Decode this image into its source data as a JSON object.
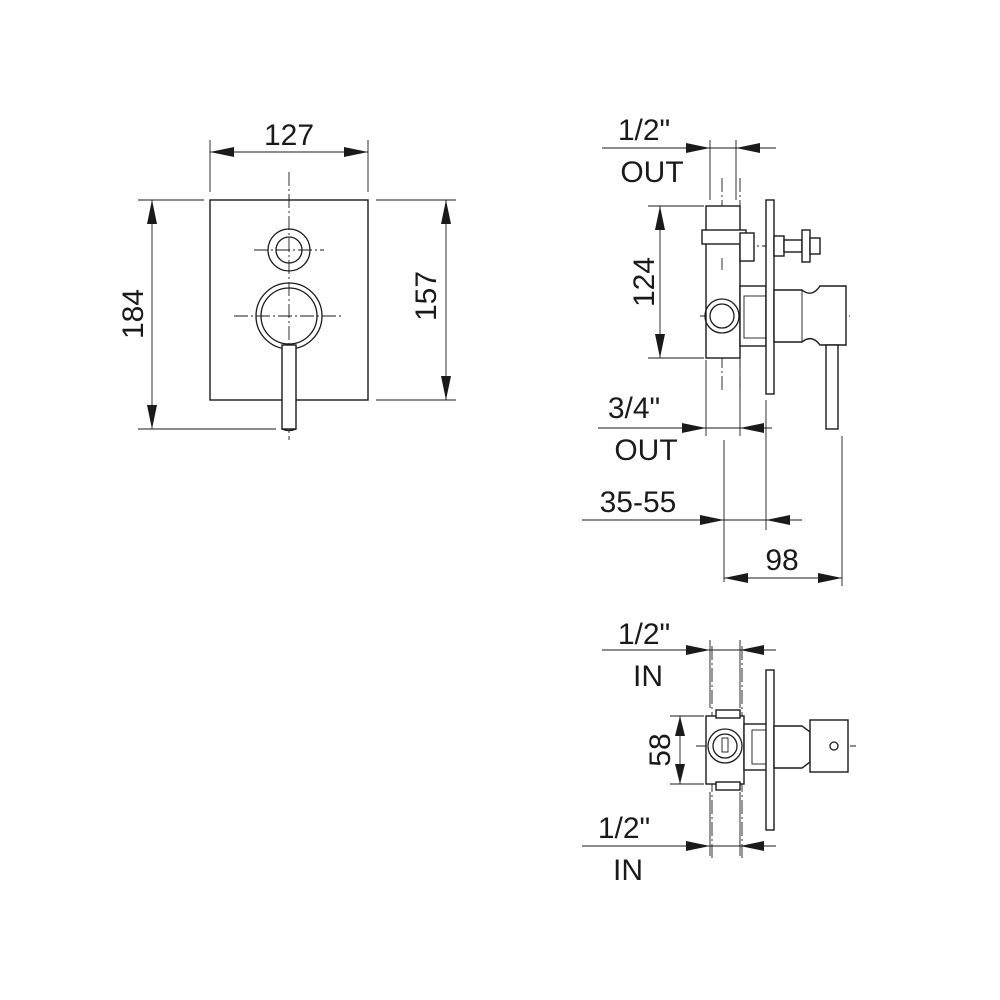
{
  "front_view": {
    "width": "127",
    "height": "184",
    "plate_height": "157"
  },
  "side_view": {
    "top_outlet_size": "1/2\"",
    "top_outlet_label": "OUT",
    "body_height": "124",
    "bottom_outlet_size": "3/4\"",
    "bottom_outlet_label": "OUT",
    "wall_depth": "35-55",
    "total_projection": "98"
  },
  "bottom_view": {
    "top_inlet_size": "1/2\"",
    "top_inlet_label": "IN",
    "body_height": "58",
    "bottom_inlet_size": "1/2\"",
    "bottom_inlet_label": "IN"
  },
  "colors": {
    "line": "#1a1a1a",
    "background": "#ffffff"
  }
}
